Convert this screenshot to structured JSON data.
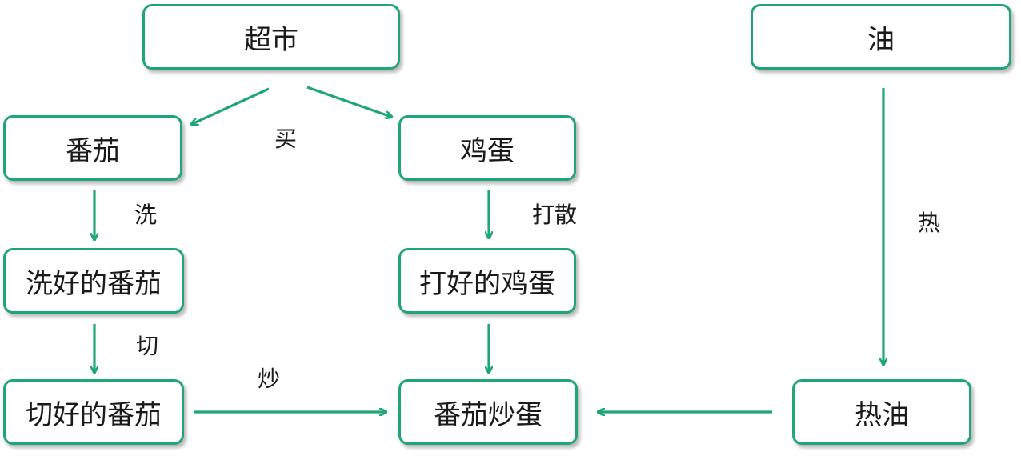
{
  "colors": {
    "accent": "#20a57a",
    "text": "#1a1a1a",
    "background": "#ffffff"
  },
  "nodes": {
    "chaoshi": "超市",
    "you": "油",
    "fanqie": "番茄",
    "jidan": "鸡蛋",
    "xihao": "洗好的番茄",
    "dahao": "打好的鸡蛋",
    "qiehao": "切好的番茄",
    "chaodan": "番茄炒蛋",
    "reyou": "热油"
  },
  "edge_labels": {
    "mai": "买",
    "xi": "洗",
    "dasan": "打散",
    "re": "热",
    "qie": "切",
    "chao": "炒"
  },
  "edges": [
    {
      "from": "chaoshi",
      "to": "fanqie",
      "label": "mai"
    },
    {
      "from": "chaoshi",
      "to": "jidan",
      "label": "mai"
    },
    {
      "from": "fanqie",
      "to": "xihao",
      "label": "xi"
    },
    {
      "from": "xihao",
      "to": "qiehao",
      "label": "qie"
    },
    {
      "from": "jidan",
      "to": "dahao",
      "label": "dasan"
    },
    {
      "from": "dahao",
      "to": "chaodan"
    },
    {
      "from": "qiehao",
      "to": "chaodan",
      "label": "chao"
    },
    {
      "from": "you",
      "to": "reyou",
      "label": "re"
    },
    {
      "from": "reyou",
      "to": "chaodan"
    }
  ]
}
